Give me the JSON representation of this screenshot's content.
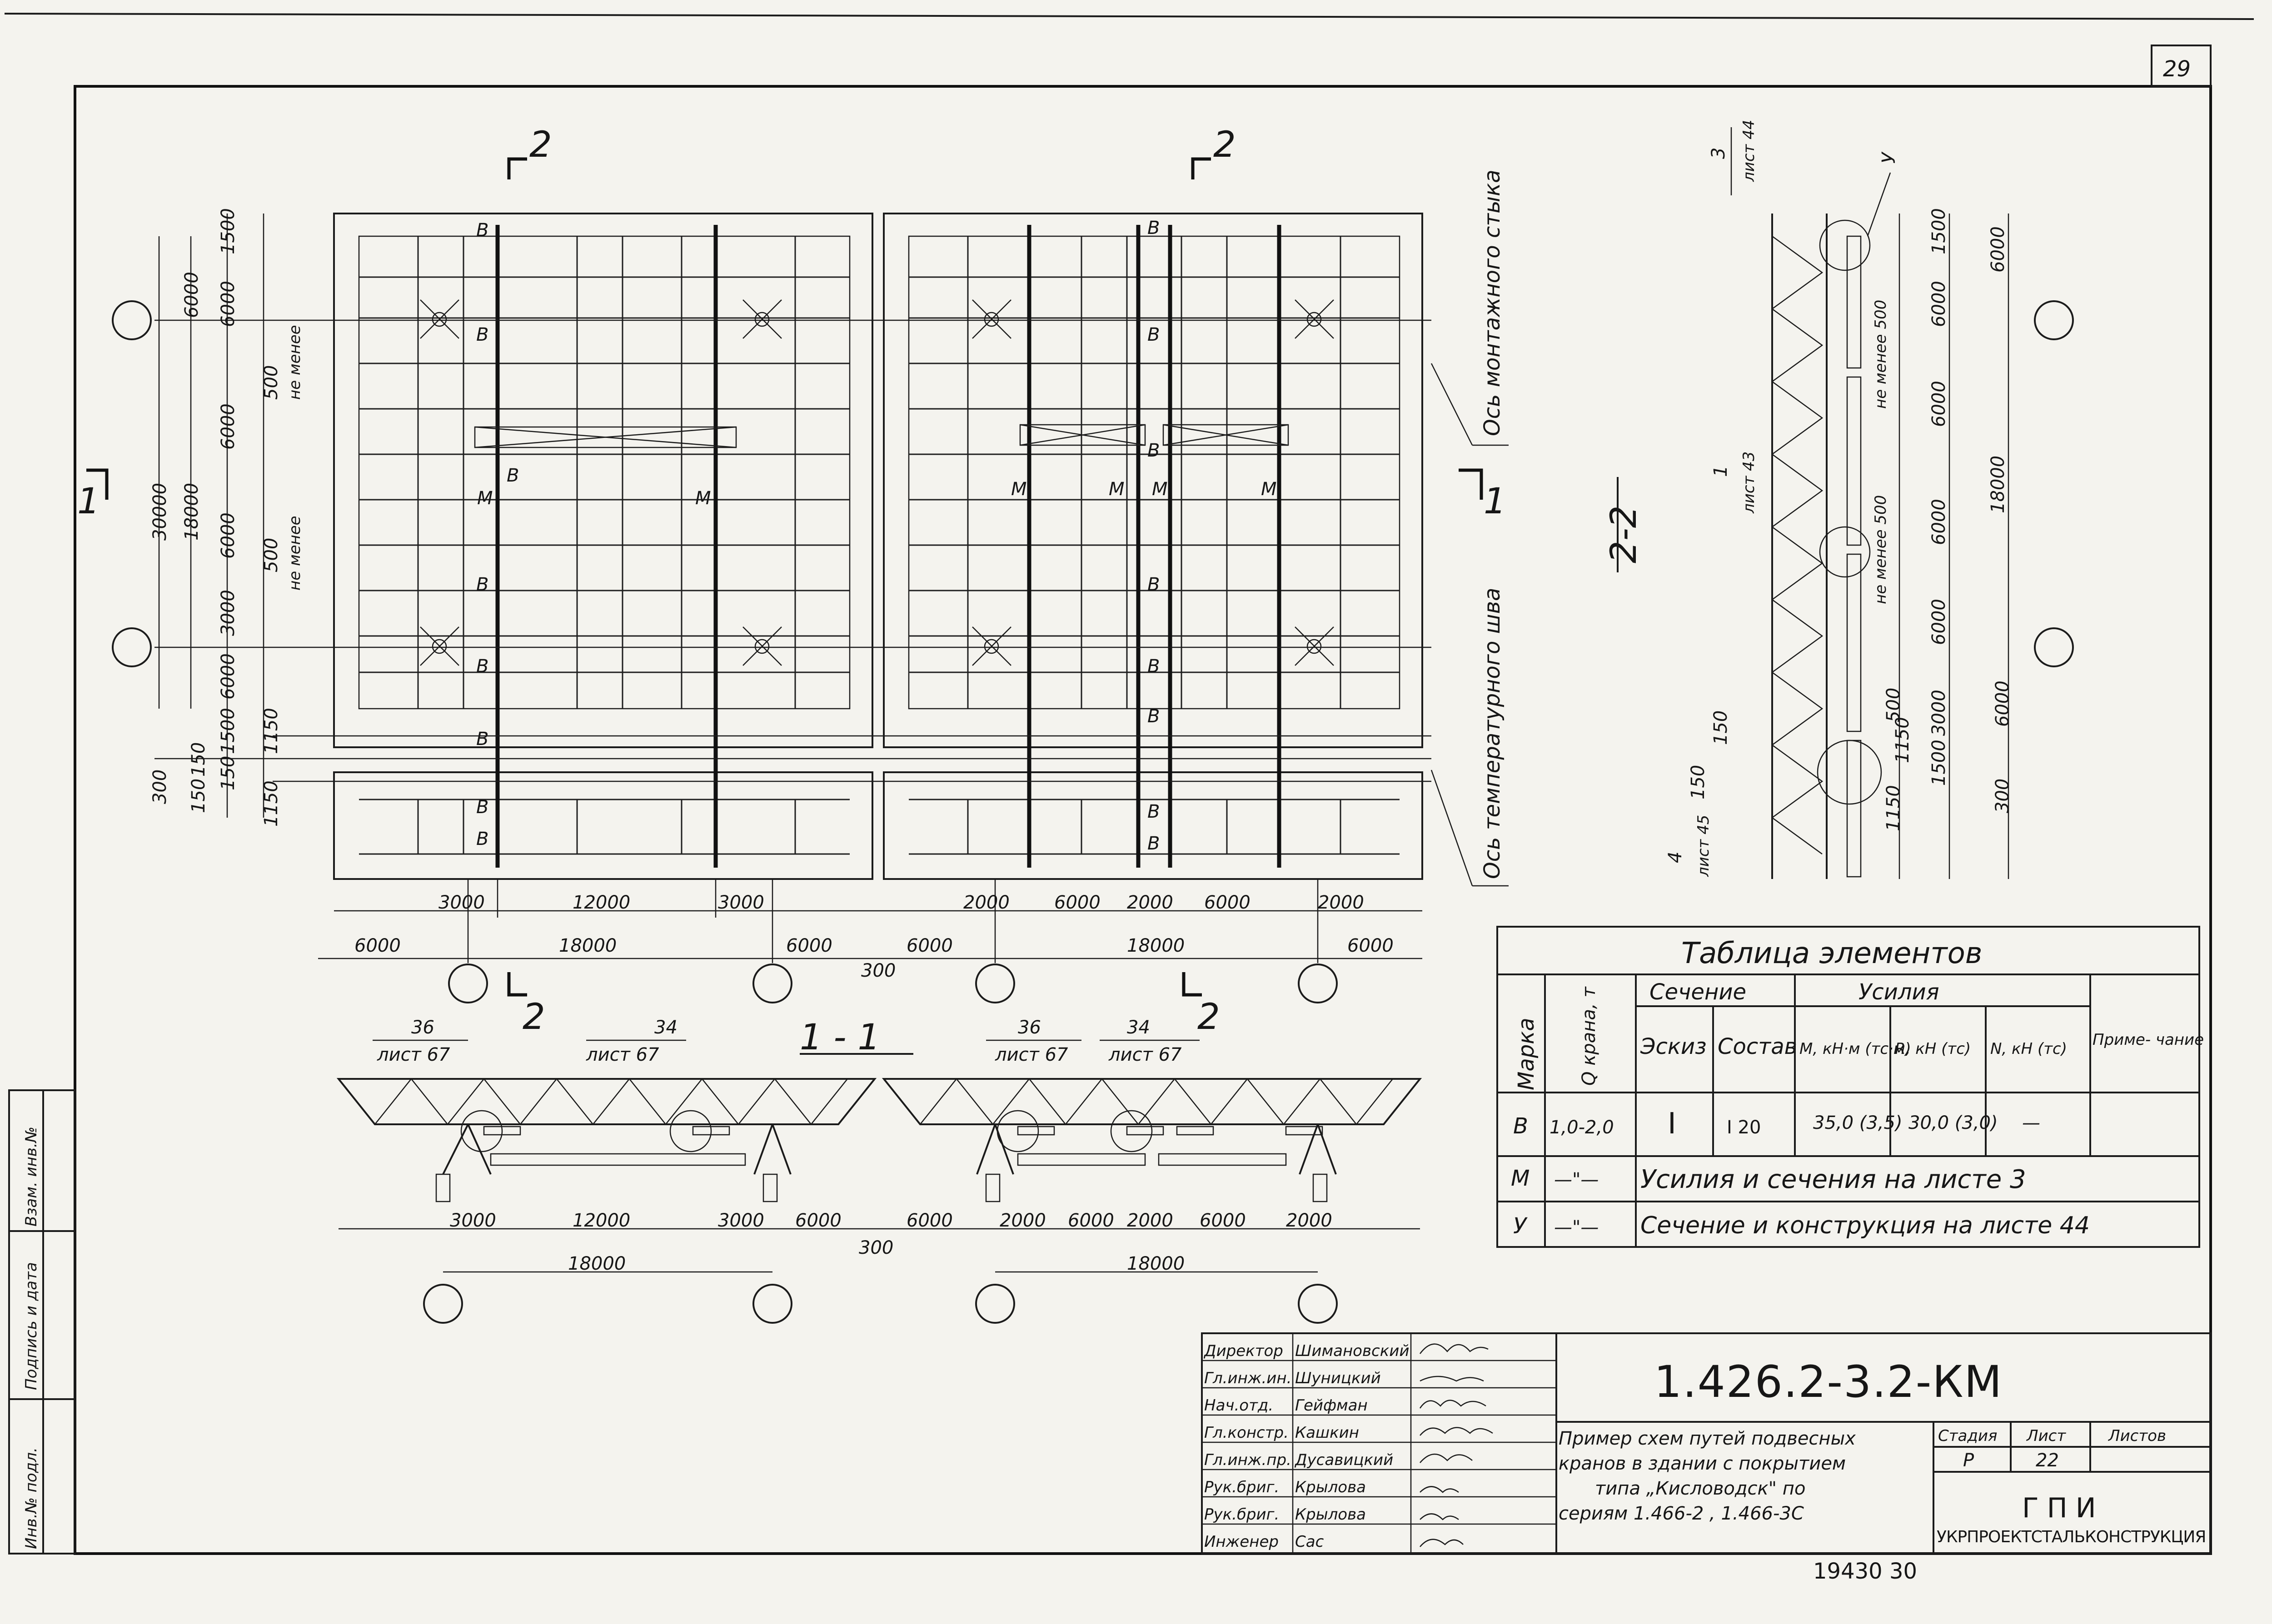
{
  "page_number": "29",
  "bottom_stamp": "19430 30",
  "axis_dims_plan": {
    "left_vertical": [
      "6000",
      "6000",
      "6000",
      "6000",
      "3000",
      "6000"
    ],
    "left_small": [
      "1500",
      "500",
      "нe менее",
      "500",
      "не менее",
      "1500",
      "150",
      "1150",
      "1150",
      "150",
      "150",
      "300"
    ],
    "totals": [
      "30000",
      "18000"
    ],
    "bottom_left": [
      "3000",
      "12000",
      "3000",
      "6000",
      "18000",
      "6000"
    ],
    "bottom_right": [
      "2000",
      "6000",
      "2000",
      "6000",
      "2000",
      "6000",
      "18000",
      "6000"
    ],
    "gap": "300"
  },
  "section_marks": {
    "s2_top_left": "2",
    "s2_top_right": "2",
    "s1_left": "1",
    "s1_right": "1",
    "s2_bottom_left": "2",
    "s2_bottom_right": "2"
  },
  "beam_marks": {
    "b": "В",
    "m": "М",
    "u": "У"
  },
  "annotations": {
    "mount_joint": "Ось монтажного стыка",
    "temp_joint": "Ось температурного шва"
  },
  "section_2_2": {
    "title": "2-2",
    "ref3": "3",
    "ref3_sheet": "лист 44",
    "ref1": "1",
    "ref1_sheet": "лист 43",
    "ref4": "4",
    "ref4_sheet": "лист 45",
    "dims": [
      "1500",
      "6000",
      "не менее 500",
      "6000",
      "не менее 500",
      "6000",
      "6000",
      "500",
      "3000",
      "1150",
      "1500",
      "1150",
      "300",
      "150",
      "150",
      "6000"
    ],
    "total": "18000"
  },
  "section_1_1": {
    "title": "1 - 1",
    "refs": [
      {
        "num": "36",
        "sheet": "лист 67"
      },
      {
        "num": "34",
        "sheet": "лист 67"
      },
      {
        "num": "36",
        "sheet": "лист 67"
      },
      {
        "num": "34",
        "sheet": "лист 67"
      }
    ],
    "dims_left": [
      "3000",
      "12000",
      "3000",
      "6000",
      "18000"
    ],
    "dims_right": [
      "6000",
      "2000",
      "6000",
      "2000",
      "6000",
      "2000",
      "18000"
    ],
    "gap": "300"
  },
  "elements_table": {
    "title": "Таблица элементов",
    "headers": {
      "mark": "Марка",
      "q": "Q крана, т",
      "section": "Сечение",
      "sketch": "Эскиз",
      "composition": "Состав",
      "forces": "Усилия",
      "m": "M, кН·м (тс·м)",
      "r": "R, кН (тс)",
      "n": "N, кН (тс)",
      "note": "Приме- чание"
    },
    "rows": [
      {
        "mark": "В",
        "q": "1,0-2,0",
        "sketch": "I",
        "comp": "I 20",
        "m": "35,0 (3,5)",
        "r": "30,0 (3,0)",
        "n": "—"
      },
      {
        "mark": "М",
        "q": "—\"—",
        "text": "Усилия и сечения на листе 3"
      },
      {
        "mark": "У",
        "q": "—\"—",
        "text": "Сечение и конструкция на листе 44"
      }
    ]
  },
  "side_stamp": [
    "Инв.№ подл.",
    "Подпись и дата",
    "Взам. инв.№"
  ],
  "title_block": {
    "code": "1.426.2-3.2-КМ",
    "roles": [
      {
        "role": "Директор",
        "name": "Шимановский"
      },
      {
        "role": "Гл.инж.ин.",
        "name": "Шуницкий"
      },
      {
        "role": "Нач.отд.",
        "name": "Гейфман"
      },
      {
        "role": "Гл.констр.",
        "name": "Кашкин"
      },
      {
        "role": "Гл.инж.пр.",
        "name": "Дусавицкий"
      },
      {
        "role": "Рук.бриг.",
        "name": "Крылова"
      },
      {
        "role": "Рук.бриг.",
        "name": "Крылова"
      },
      {
        "role": "Инженер",
        "name": "Сас"
      }
    ],
    "description": [
      "Пример схем путей подвесных",
      "кранов в здании с покрытием",
      "типа „Кисловодск\" по",
      "сериям 1.466-2 , 1.466-3С"
    ],
    "stage_label": "Стадия",
    "sheet_label": "Лист",
    "sheets_label": "Листов",
    "stage": "Р",
    "sheet": "22",
    "org_short": "ГПИ",
    "org_full": "УКРПРОЕКТСТАЛЬКОНСТРУКЦИЯ"
  }
}
